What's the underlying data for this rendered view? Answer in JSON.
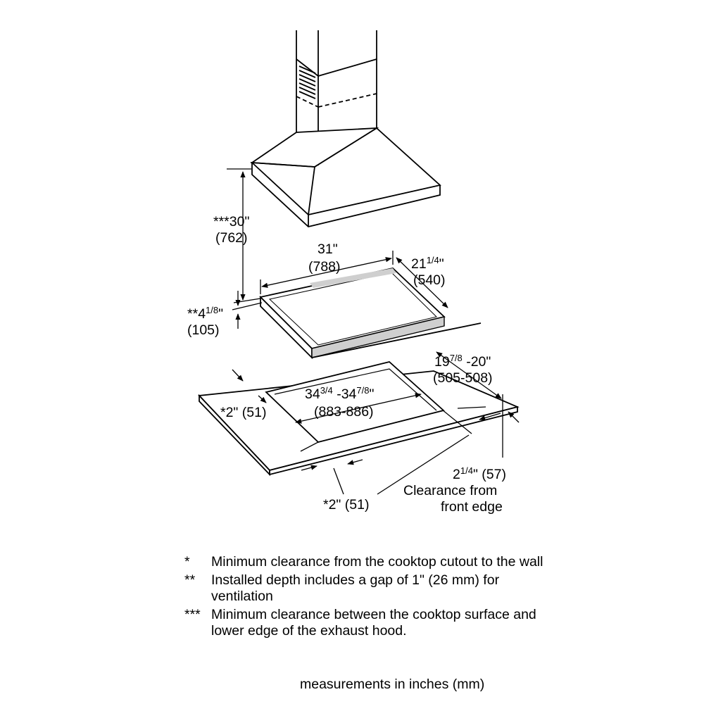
{
  "dimensions": {
    "hood_height": {
      "value": "***30\"",
      "metric": "(762)"
    },
    "cooktop_width": {
      "value": "31\"",
      "metric": "(788)"
    },
    "cooktop_depth": {
      "whole": "21",
      "fraction": "1/4",
      "suffix": "\"",
      "metric": "(540)"
    },
    "cooktop_thickness": {
      "prefix": "**",
      "whole": "4",
      "fraction": "1/8",
      "suffix": "\"",
      "metric": "(105)"
    },
    "cutout_depth": {
      "whole1": "19",
      "fraction1": "7/8",
      "rest": " -20\"",
      "metric": "(505-508)"
    },
    "cutout_width": {
      "whole1": "34",
      "fraction1": "3/4",
      "mid": " -34",
      "fraction2": "7/8",
      "suffix": "\"",
      "metric": "(883-886)"
    },
    "side_clearance_left": "*2\" (51)",
    "side_clearance_bottom": "*2\" (51)",
    "front_clearance": {
      "whole": "2",
      "fraction": "1/4",
      "rest": "\" (57)",
      "line1": "Clearance from",
      "line2": "front edge"
    }
  },
  "notes": [
    {
      "mark": "*",
      "text": "Minimum clearance from the cooktop cutout to the wall"
    },
    {
      "mark": "**",
      "text": "Installed depth includes a gap of 1\" (26 mm) for ventilation"
    },
    {
      "mark": "***",
      "text": "Minimum clearance between the cooktop surface and lower edge of the exhaust hood."
    }
  ],
  "footer": "measurements in inches (mm)"
}
